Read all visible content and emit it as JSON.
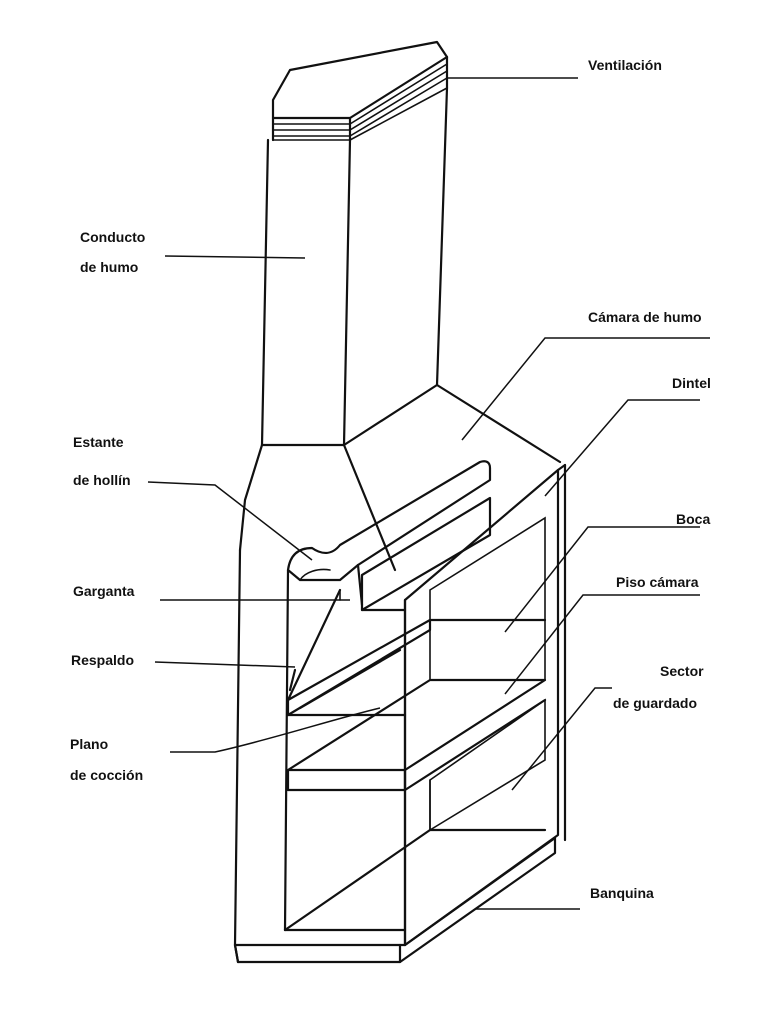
{
  "labels": {
    "ventilacion": "Ventilación",
    "conducto_1": "Conducto",
    "conducto_2": "de humo",
    "camara": "Cámara de humo",
    "dintel": "Dintel",
    "estante_1": "Estante",
    "estante_2": "de hollín",
    "boca": "Boca",
    "garganta": "Garganta",
    "piso": "Piso cámara",
    "respaldo": "Respaldo",
    "sector_1": "Sector",
    "sector_2": "de guardado",
    "plano_1": "Plano",
    "plano_2": "de cocción",
    "banquina": "Banquina"
  },
  "colors": {
    "ink": "#111111",
    "background": "#ffffff"
  }
}
